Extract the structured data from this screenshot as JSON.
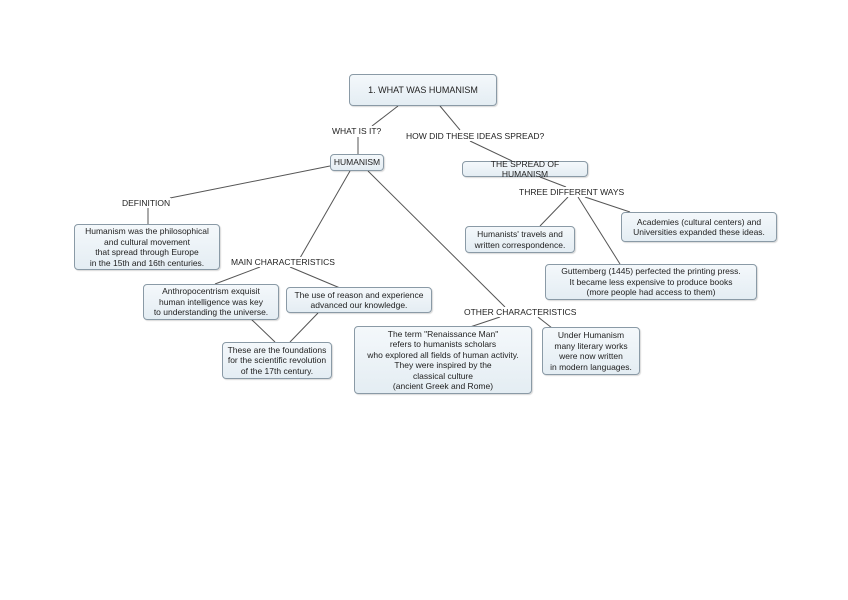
{
  "nodes": {
    "root": "1. WHAT WAS HUMANISM",
    "humanism": "HUMANISM",
    "spread": "THE SPREAD OF HUMANISM",
    "definition_text": "Humanism was the philosophical\nand cultural movement\nthat spread through Europe\nin the 15th and 16th centuries.",
    "anthropocentrism": "Anthropocentrism exquisit\nhuman intelligence was key\nto understanding the universe.",
    "reason": "The use of reason and experience\nadvanced our knowledge.",
    "foundations": "These are the foundations\nfor the scientific revolution\nof the 17th century.",
    "renaissance_man": "The term \"Renaissance Man\"\nrefers to humanists scholars\nwho explored all fields of human activity.\nThey were inspired by the\nclassical culture\n(ancient Greek and Rome)",
    "literary": "Under Humanism\nmany literary works\nwere now written\nin modern languages.",
    "travels": "Humanists' travels and\nwritten correspondence.",
    "academies": "Academies (cultural centers) and\nUniversities expanded these ideas.",
    "gutenberg": "Guttemberg (1445) perfected the printing press.\nIt became less expensive to produce books\n(more people had access to them)"
  },
  "labels": {
    "what_is_it": "WHAT IS IT?",
    "how_spread": "HOW DID THESE IDEAS SPREAD?",
    "definition": "DEFINITION",
    "main_characteristics": "MAIN CHARACTERISTICS",
    "other_characteristics": "OTHER CHARACTERISTICS",
    "three_ways": "THREE DIFFERENT WAYS"
  }
}
